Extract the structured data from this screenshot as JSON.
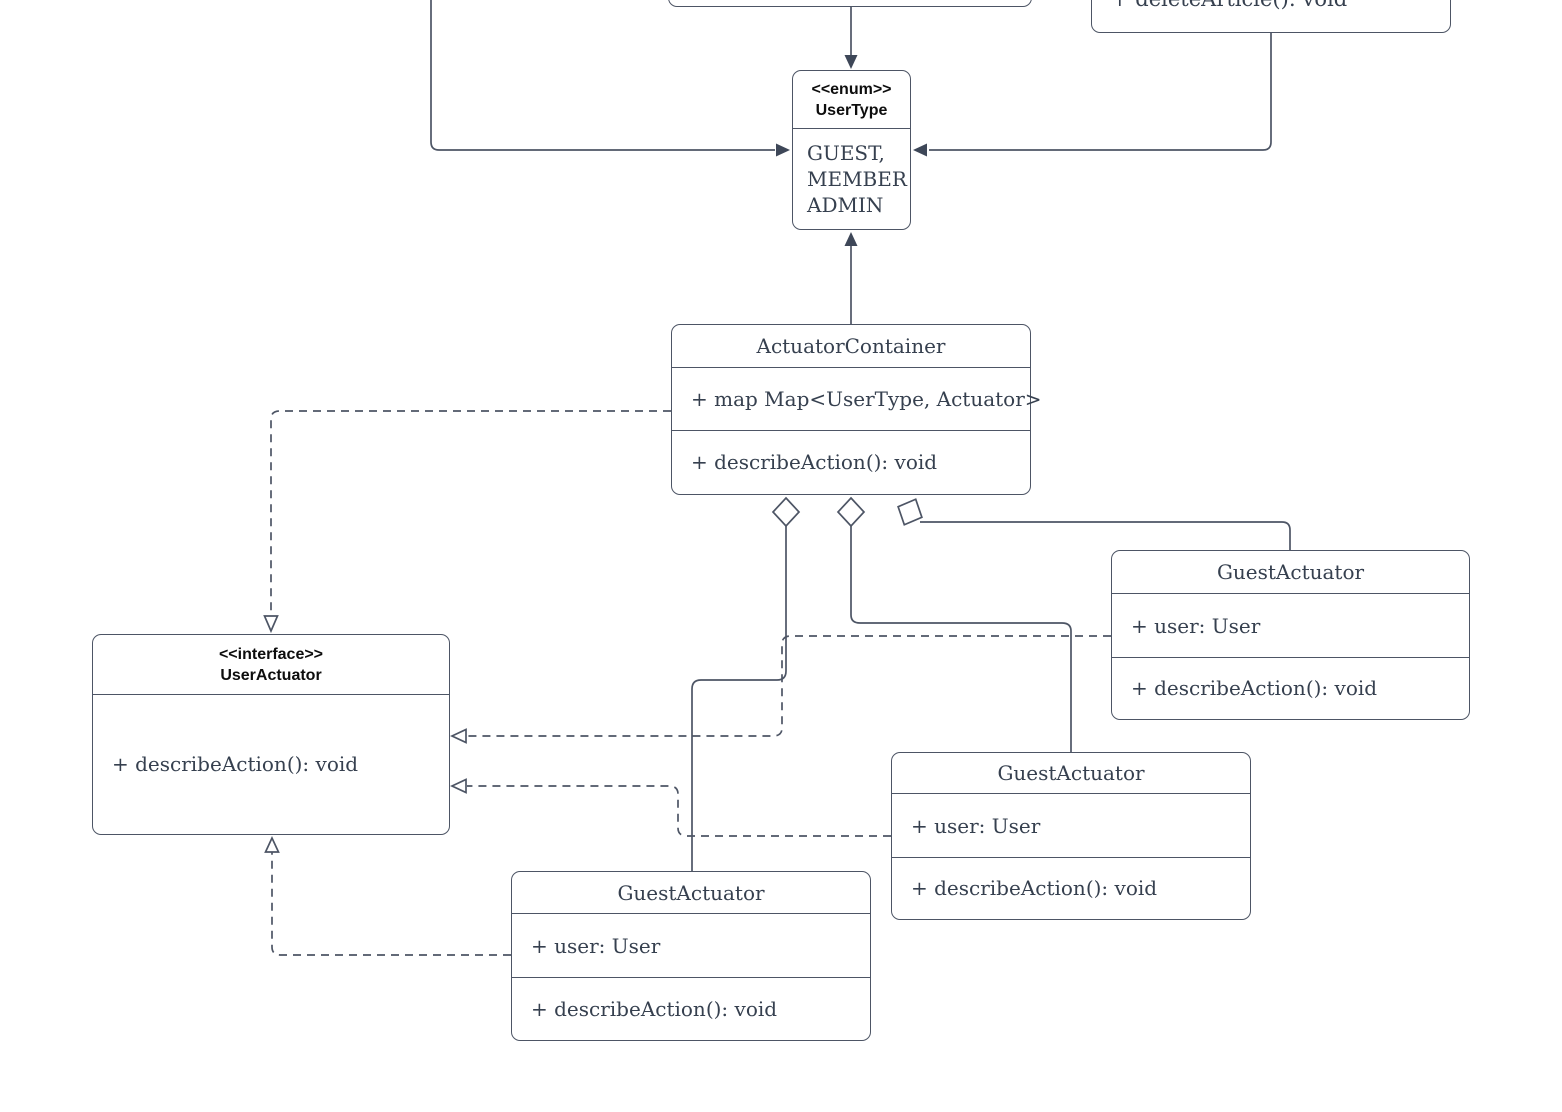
{
  "palette": {
    "line": "#4d5565",
    "arrow_fill": "#3e4758",
    "body_text": "#36404f",
    "header_text": "#0d0d0d",
    "background": "#ffffff"
  },
  "classes": {
    "top_right_partial": {
      "method": "+ deleteArticle(): void"
    },
    "user_type_enum": {
      "stereotype": "<<enum>>",
      "name": "UserType",
      "values": [
        "GUEST,",
        "MEMBER",
        "ADMIN"
      ]
    },
    "actuator_container": {
      "name": "ActuatorContainer",
      "attribute": "+ map Map<UserType, Actuator>",
      "method": "+ describeAction(): void"
    },
    "user_actuator_interface": {
      "stereotype": "<<interface>>",
      "name": "UserActuator",
      "method": "+ describeAction(): void"
    },
    "guest_actuator_right": {
      "name": "GuestActuator",
      "attribute": "+ user: User",
      "method": "+ describeAction(): void"
    },
    "guest_actuator_middle": {
      "name": "GuestActuator",
      "attribute": "+ user: User",
      "method": "+ describeAction(): void"
    },
    "guest_actuator_bottom": {
      "name": "GuestActuator",
      "attribute": "+ user: User",
      "method": "+ describeAction(): void"
    }
  }
}
